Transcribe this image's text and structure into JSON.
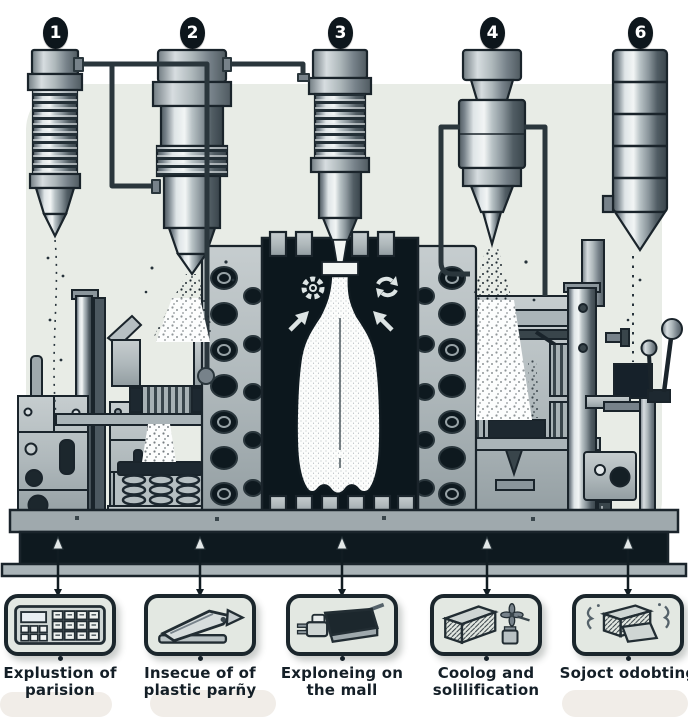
{
  "illustration": {
    "colors": {
      "background": "#ffffff",
      "panel": "#e8ece6",
      "ink": "#1a242b",
      "mold_cavity": "#0c171d",
      "metal_highlight": "#eef2f3",
      "metal_shadow": "#39454b",
      "machine_gray": "#b0b9bc",
      "base_bar": "#0e191f",
      "bottle": "#fcfdfc",
      "caption_text": "#141f27",
      "badge_bg": "#0d161c",
      "badge_text": "#ffffff"
    }
  },
  "stages": [
    {
      "number": "1",
      "icon": "keypad-device",
      "caption_line1": "Explustion of",
      "caption_line2": "parision"
    },
    {
      "number": "2",
      "icon": "stapler-tool",
      "caption_line1": "Insecue of of",
      "caption_line2": "plastic parñy"
    },
    {
      "number": "3",
      "icon": "plug-device",
      "caption_line1": "Exploneing on",
      "caption_line2": "the mall"
    },
    {
      "number": "4",
      "icon": "cooling-fan-block",
      "caption_line1": "Coolog and",
      "caption_line2": "solilification"
    },
    {
      "number": "6",
      "icon": "ejection-block",
      "caption_line1": "Sojoct odobting",
      "caption_line2": ""
    }
  ]
}
